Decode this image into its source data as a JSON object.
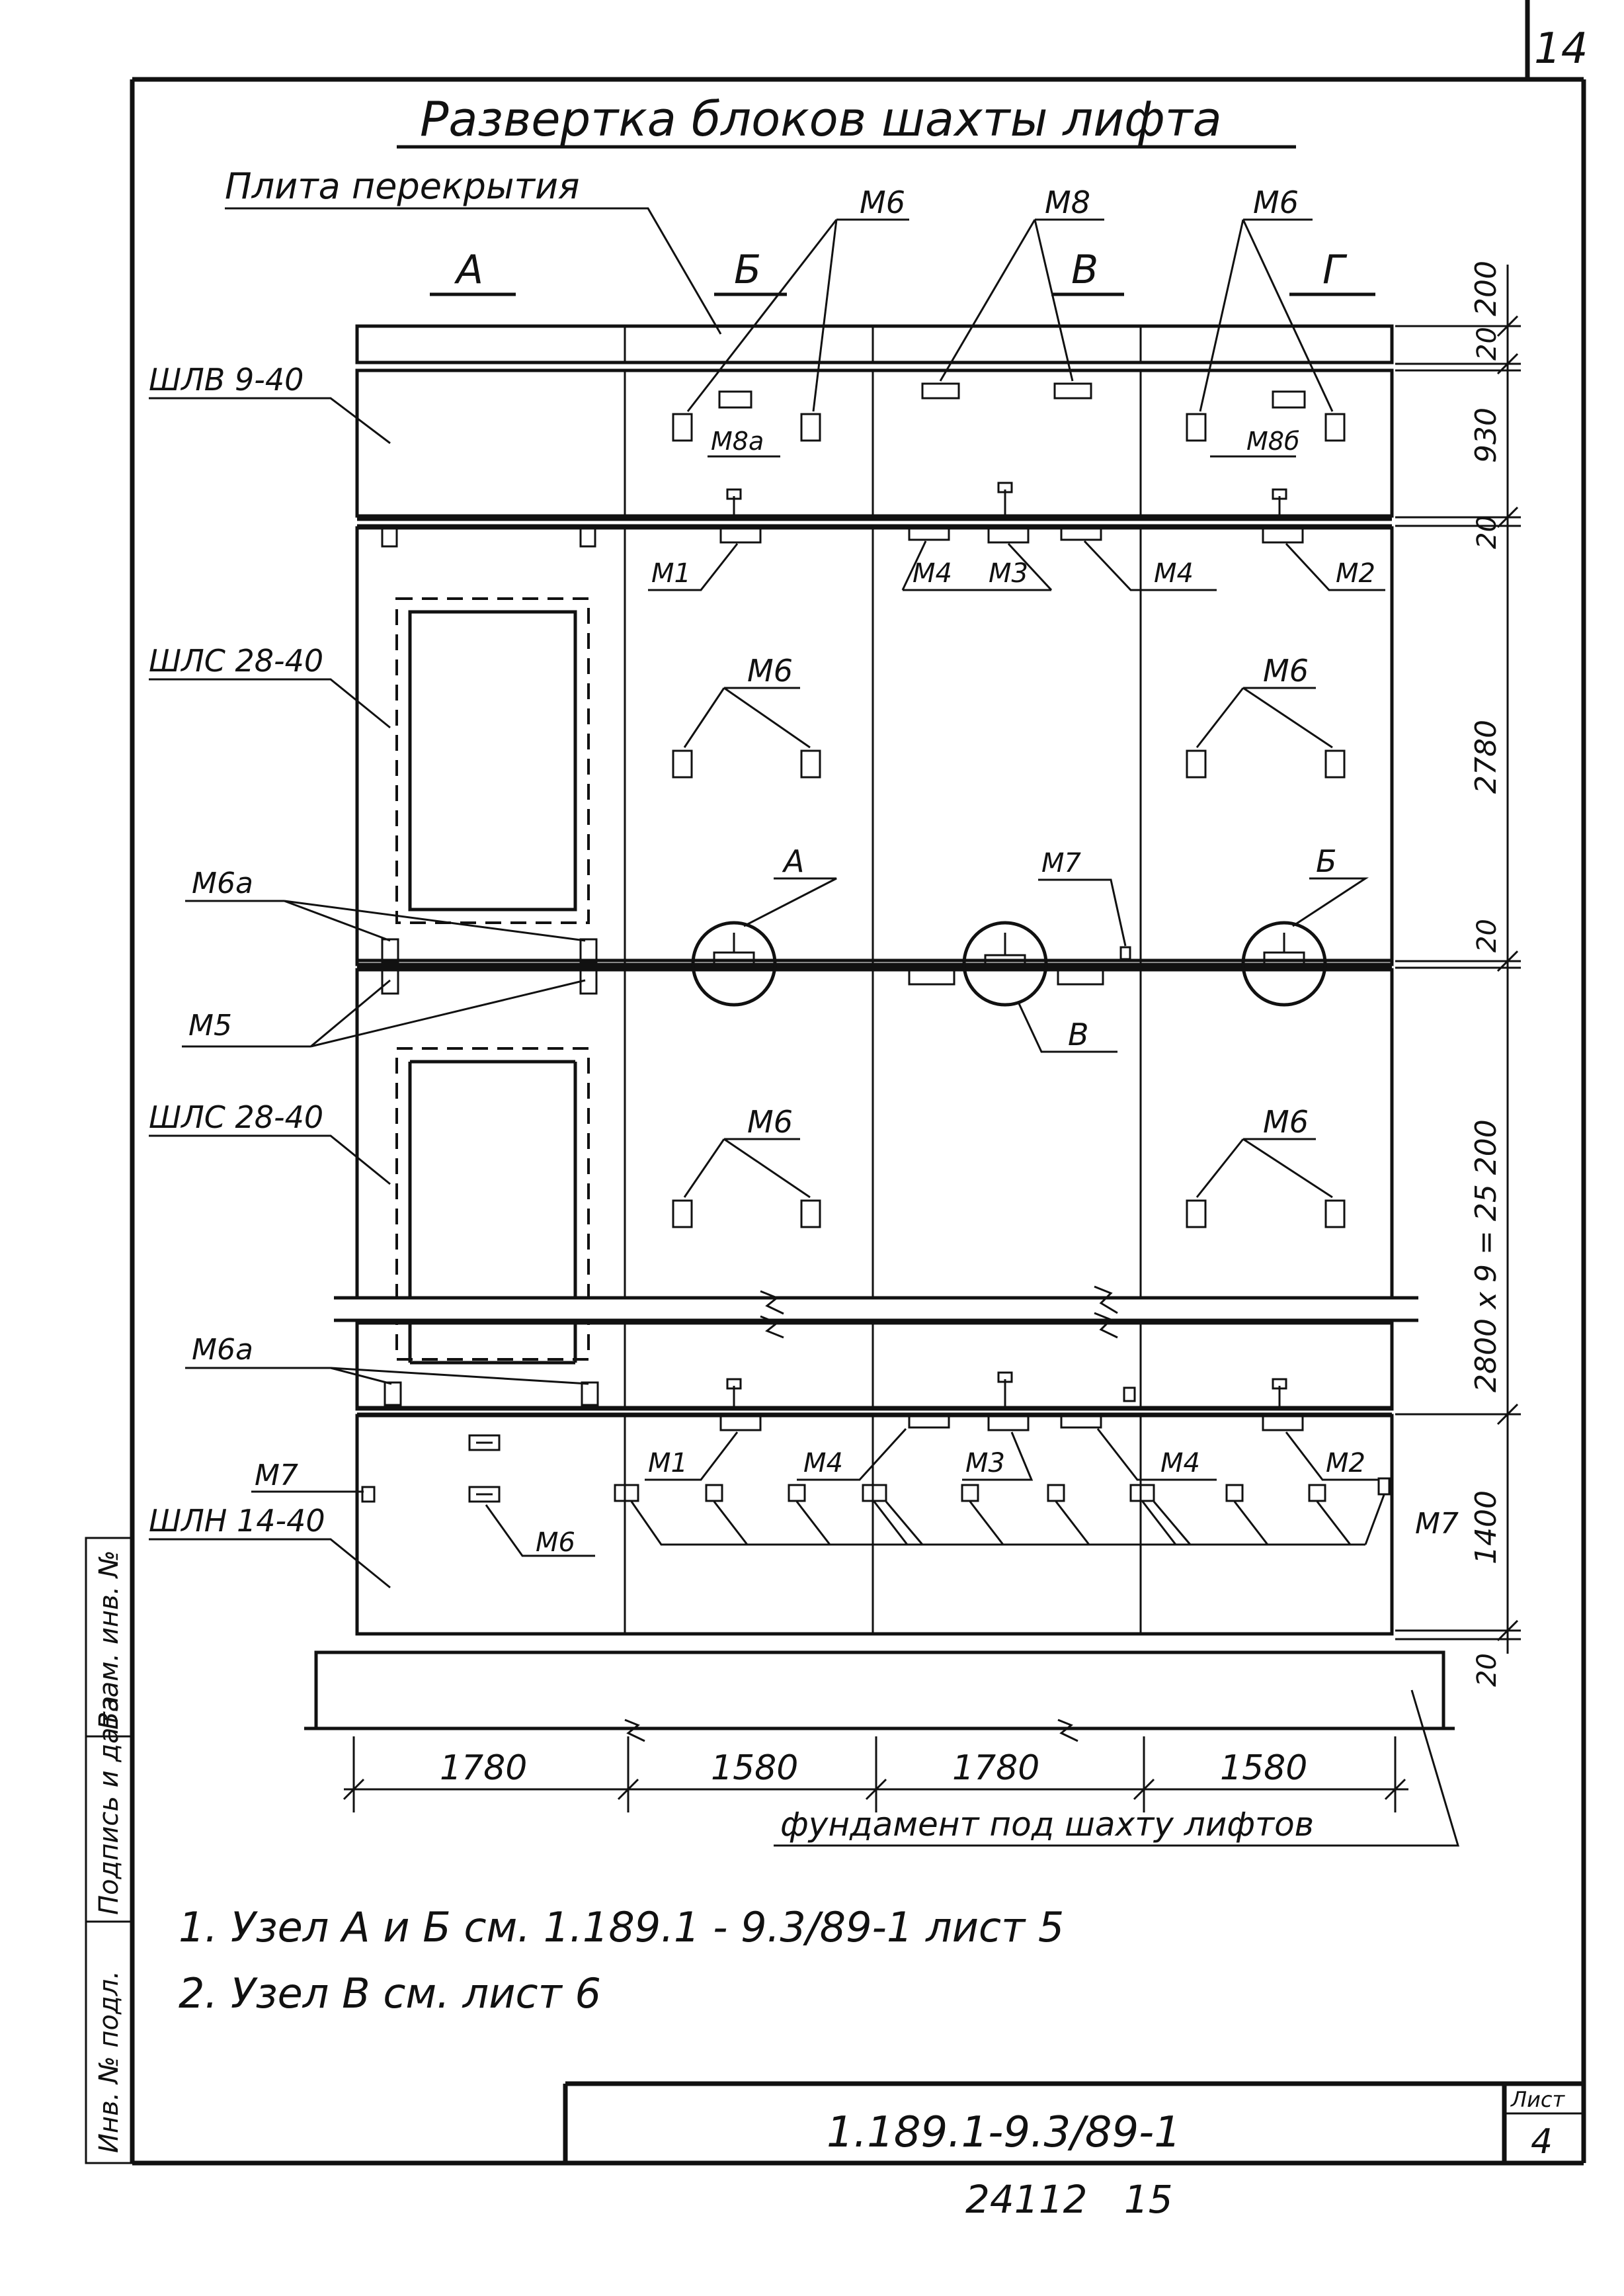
{
  "title": "Развертка блоков шахты лифта",
  "sheet_number": "14",
  "columns": [
    "А",
    "Б",
    "В",
    "Г"
  ],
  "blocks": {
    "slab": "Плита перекрытия",
    "top": "ШЛВ 9-40",
    "middle1": "ШЛС 28-40",
    "middle2": "ШЛС 28-40",
    "bottom": "ШЛН 14-40",
    "foundation": "фундамент под шахту лифтов"
  },
  "marks": {
    "m1": "М1",
    "m2": "М2",
    "m3": "М3",
    "m4": "М4",
    "m5": "М5",
    "m6": "М6",
    "m6a": "М6а",
    "m7": "М7",
    "m8": "М8",
    "m8a": "М8а",
    "m8b": "М8б"
  },
  "nodes": {
    "a": "А",
    "b": "Б",
    "v": "В"
  },
  "dimensions": {
    "vertical": [
      "200",
      "20",
      "930",
      "20",
      "2780",
      "20",
      "2800 x 9 = 25 200",
      "1400",
      "20"
    ],
    "horizontal": [
      "1780",
      "1580",
      "1780",
      "1580"
    ]
  },
  "notes": [
    "1. Узел  А и Б  см.  1.189.1 - 9.3/89-1  лист 5",
    "2. Узел  В  см.  лист 6"
  ],
  "title_block": {
    "doc_code": "1.189.1-9.3/89-1",
    "sheet_label": "Лист",
    "sheet_value": "4"
  },
  "side_stamps": [
    "Инв. № подл.",
    "Подпись и дата",
    "Взам. инв. №"
  ],
  "footer": "24112   15"
}
